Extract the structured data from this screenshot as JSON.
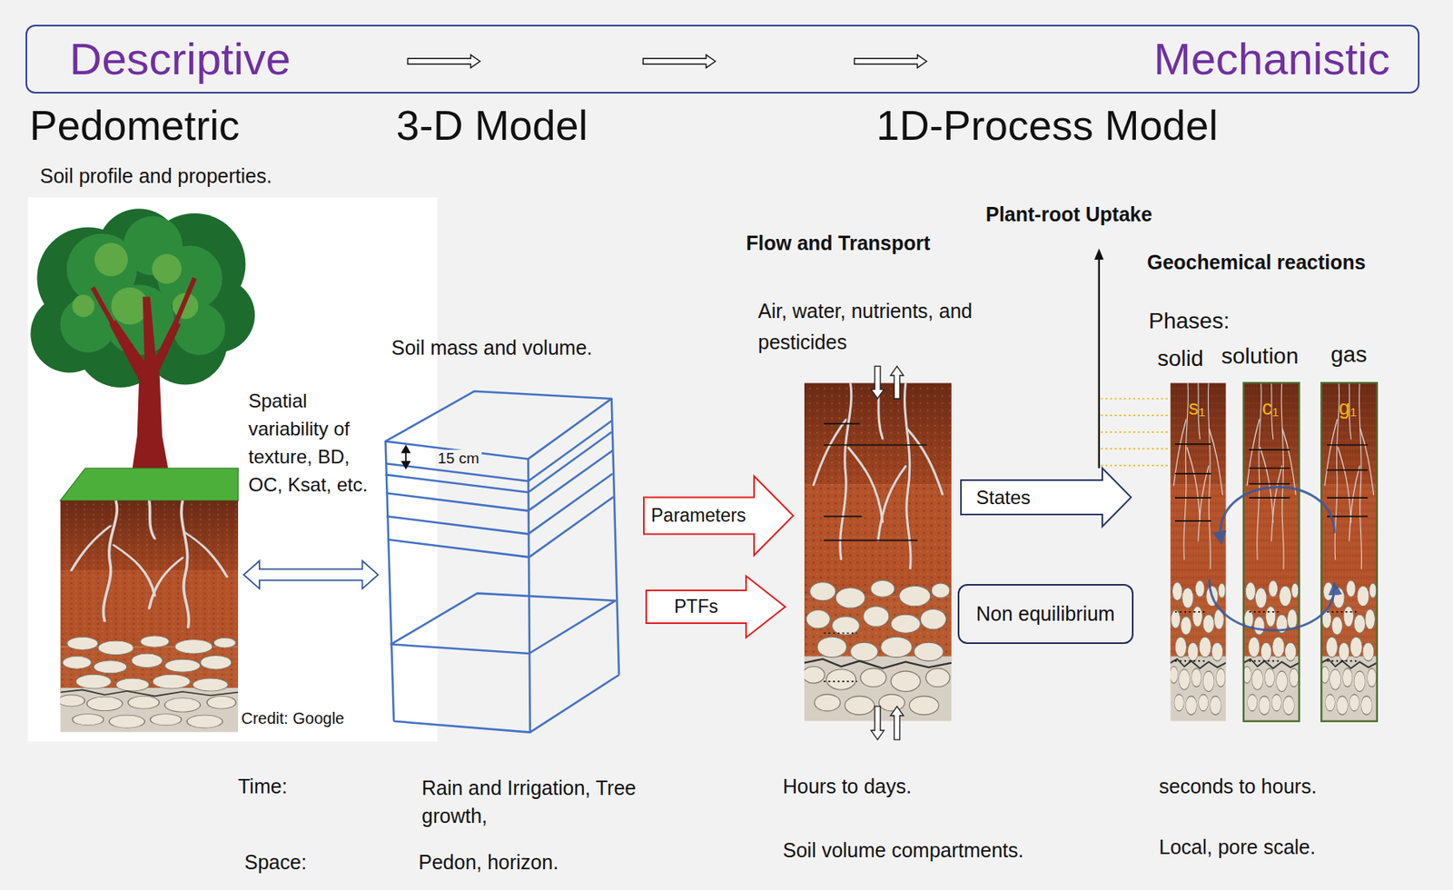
{
  "diagram": {
    "nodes": [
      {
        "text": [
          "Descriptive",
          "Mechanistic"
        ]
      },
      {
        "text": [
          "Parameters"
        ]
      },
      {
        "text": [
          "PTFs"
        ]
      },
      {
        "text": [
          "States"
        ]
      },
      {
        "text": [
          "Non equilibrium"
        ]
      }
    ],
    "labels": [
      "Pedometric",
      "3-D Model",
      "1D-Process Model",
      "Soil profile and properties.",
      "Spatial variability of texture, BD, OC, Ksat, etc.",
      "Credit: Google",
      "15 cm",
      "Soil mass and volume.",
      "Flow and Transport",
      "Plant-root Uptake",
      "Geochemical reactions",
      "Air, water, nutrients, and pesticides",
      "Phases:",
      "solid",
      "solution",
      "gas",
      "s₁",
      "c₁",
      "g₁",
      "Time:",
      "Rain and Irrigation, Tree growth,",
      "Hours to days.",
      "seconds to hours.",
      "Space:",
      "Pedon, horizon.",
      "Soil volume compartments.",
      "Local, pore scale."
    ]
  }
}
